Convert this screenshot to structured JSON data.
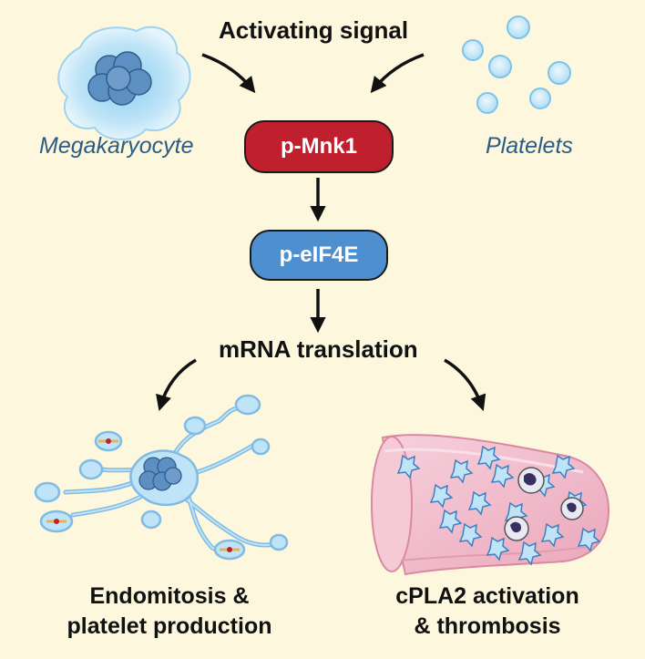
{
  "labels": {
    "activating_signal": "Activating signal",
    "megakaryocyte": "Megakaryocyte",
    "platelets": "Platelets",
    "mnk1": "p-Mnk1",
    "eif4e": "p-eIF4E",
    "mrna": "mRNA translation",
    "outcome_left_line1": "Endomitosis &",
    "outcome_left_line2": "platelet production",
    "outcome_right_line1": "cPLA2 activation",
    "outcome_right_line2": "& thrombosis"
  },
  "colors": {
    "background": "#fdf7dd",
    "mnk1_fill": "#c0202e",
    "eif4e_fill": "#4e8fd0",
    "cell_text": "#2a5c86",
    "cell_fill": "#bfe4f7",
    "nucleus": "#5d8fc2",
    "vessel": "#f3bccb"
  },
  "icons": {
    "megakaryocyte": "megakaryocyte-cell-icon",
    "platelets": "platelet-cluster-icon",
    "proplatelet": "proplatelet-megakaryocyte-icon",
    "vessel": "blood-vessel-thrombus-icon"
  }
}
